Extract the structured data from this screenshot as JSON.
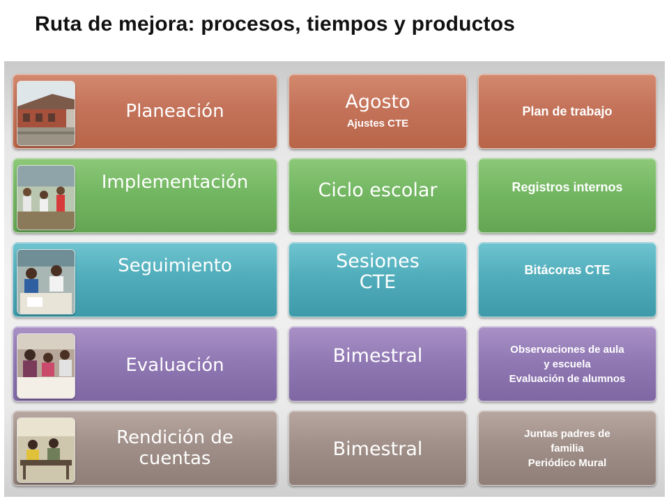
{
  "title": "Ruta de mejora: procesos, tiempos y productos",
  "rows": [
    {
      "stage": "Planeación",
      "time": "Agosto",
      "time_sub": "Ajustes CTE",
      "product": [
        "Plan de trabajo"
      ],
      "photo": "school-building-photo",
      "color": "#c4735a"
    },
    {
      "stage": "Implementación",
      "time": "Ciclo escolar",
      "time_sub": "",
      "product": [
        "Registros internos"
      ],
      "photo": "classroom-students-photo",
      "color": "#74b763"
    },
    {
      "stage": "Seguimiento",
      "time": "Sesiones CTE",
      "time_sub": "",
      "product": [
        "Bitácoras CTE"
      ],
      "photo": "students-working-photo",
      "color": "#51adbb"
    },
    {
      "stage": "Evaluación",
      "time": "Bimestral",
      "time_sub": "",
      "product": [
        "Observaciones de aula",
        "y escuela",
        "Evaluación de alumnos"
      ],
      "photo": "teachers-meeting-photo",
      "color": "#9179b4"
    },
    {
      "stage": "Rendición de cuentas",
      "time": "Bimestral",
      "time_sub": "",
      "product": [
        "Juntas padres de",
        "familia",
        "Periódico Mural"
      ],
      "photo": "parents-meeting-photo",
      "color": "#a19089"
    }
  ]
}
